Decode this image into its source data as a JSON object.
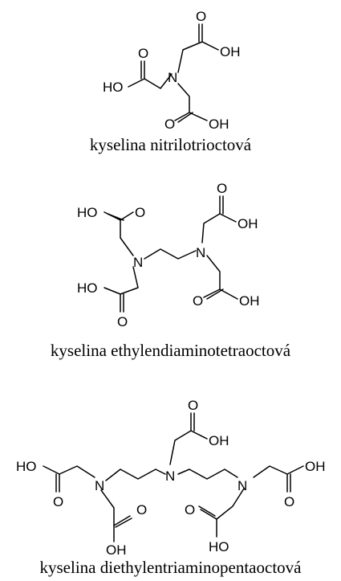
{
  "atoms": {
    "nitrogen": "N",
    "oxygen": "O",
    "hydroxyl_right": "OH",
    "hydroxyl_left": "HO"
  },
  "structures": [
    {
      "caption": "kyselina nitrilotrioctová"
    },
    {
      "caption": "kyselina ethylendiaminotetraoctová"
    },
    {
      "caption": "kyselina diethylentriaminopentaoctová"
    }
  ],
  "colors": {
    "ink": "#000000",
    "background": "#ffffff"
  }
}
